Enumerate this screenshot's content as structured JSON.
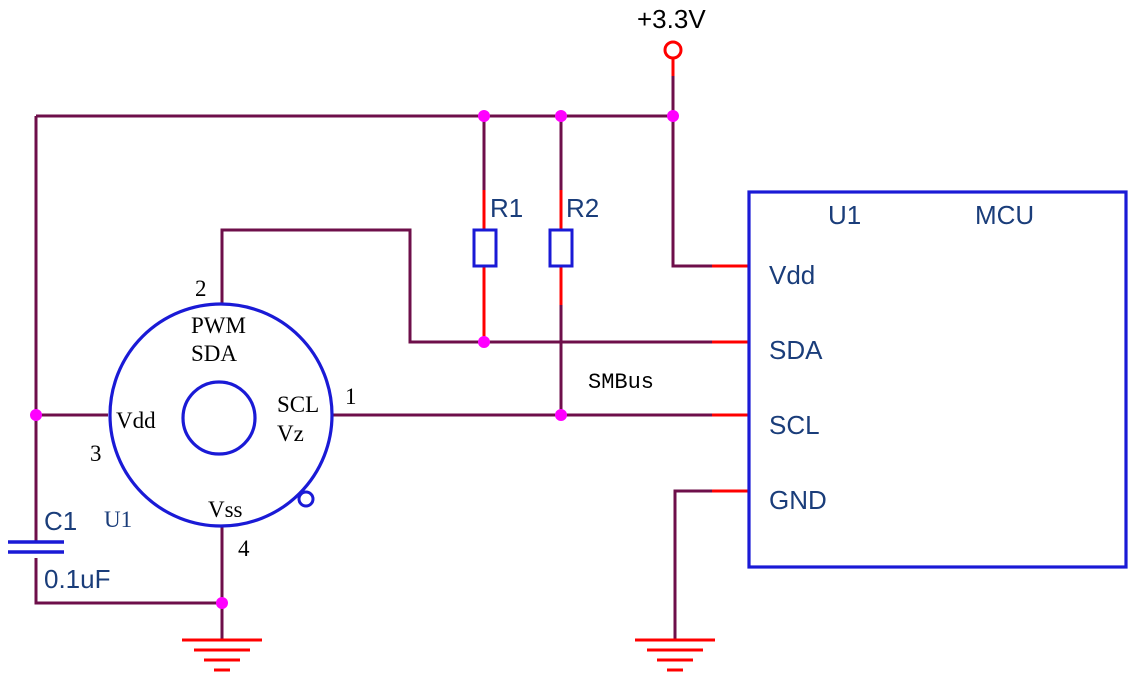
{
  "supply": {
    "label": "+3.3V"
  },
  "resistors": [
    {
      "ref": "R1"
    },
    {
      "ref": "R2"
    }
  ],
  "capacitor": {
    "ref": "C1",
    "value": "0.1uF"
  },
  "sensor": {
    "ref": "U1",
    "pins": {
      "pwm_sda": {
        "num": "2",
        "name_line1": "PWM",
        "name_line2": "SDA"
      },
      "scl_vz": {
        "num": "1",
        "name_line1": "SCL",
        "name_line2": "Vz"
      },
      "vdd": {
        "num": "3",
        "name": "Vdd"
      },
      "vss": {
        "num": "4",
        "name": "Vss"
      }
    }
  },
  "mcu": {
    "ref": "U1",
    "title": "MCU",
    "pins": [
      "Vdd",
      "SDA",
      "SCL",
      "GND"
    ]
  },
  "bus_label": "SMBus",
  "colors": {
    "wire": "#6e0f4a",
    "pin": "#ff0000",
    "body": "#1a1ad6",
    "junction": "#ff00ff",
    "text_blue": "#1a3d7a"
  }
}
